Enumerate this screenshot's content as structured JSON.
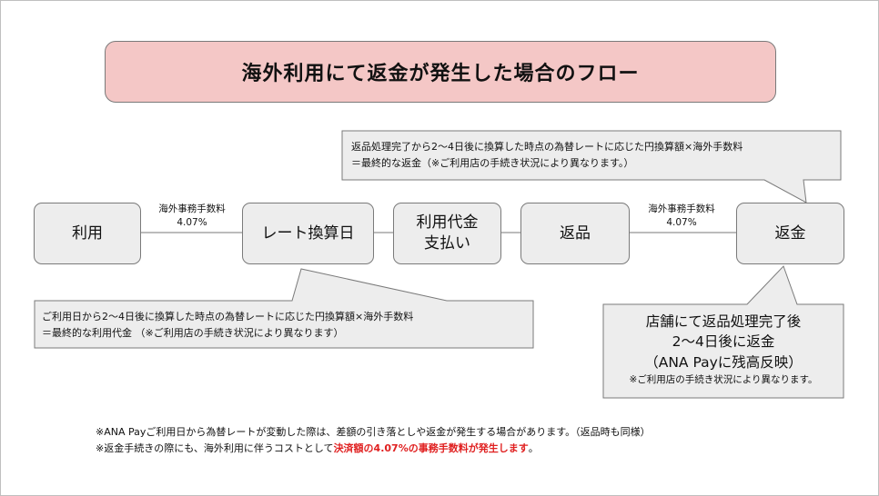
{
  "title": "海外利用にて返金が発生した場合のフロー",
  "nodes": {
    "riyou": "利用",
    "rate": "レート換算日",
    "payment": "利用代金\n支払い",
    "return": "返品",
    "refund": "返金"
  },
  "edges": {
    "fee1_label": "海外事務手数料",
    "fee1_rate": "4.07%",
    "fee2_label": "海外事務手数料",
    "fee2_rate": "4.07%"
  },
  "callouts": {
    "top_line1": "返品処理完了から2～4日後に換算した時点の為替レートに応じた円換算額×海外手数料",
    "top_line2": "＝最終的な返金（※ご利用店の手続き状況により異なります。）",
    "bottom_left_line1": "ご利用日から2～4日後に換算した時点の為替レートに応じた円換算額×海外手数料",
    "bottom_left_line2": "＝最終的な利用代金 （※ご利用店の手続き状況により異なります）",
    "bottom_right_line1": "店舗にて返品処理完了後",
    "bottom_right_line2": "2～4日後に返金",
    "bottom_right_line3": "（ANA Payに残高反映）",
    "bottom_right_note": "※ご利用店の手続き状況により異なります。"
  },
  "notes": {
    "line1": "※ANA Payご利用日から為替レートが変動した際は、差額の引き落としや返金が発生する場合があります。（返品時も同様）",
    "line2_prefix": "※返金手続きの際にも、海外利用に伴うコストとして",
    "line2_highlight": "決済額の4.07%の事務手数料が発生します",
    "line2_suffix": "。"
  },
  "colors": {
    "title_fill": "#f4c7c6",
    "node_fill": "#ededed",
    "callout_fill": "#ededed",
    "border": "#7a7a7a",
    "highlight_text": "#e02020"
  }
}
